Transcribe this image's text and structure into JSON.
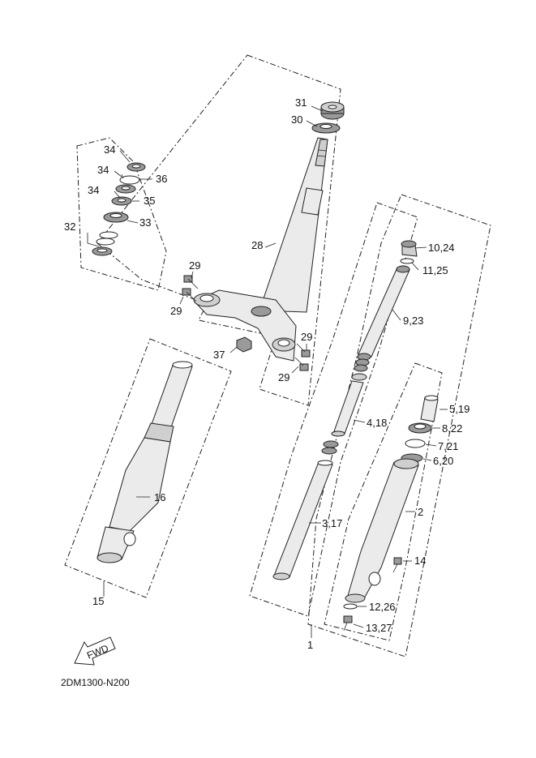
{
  "callouts": {
    "c31": "31",
    "c30": "30",
    "c28": "28",
    "c34a": "34",
    "c34b": "34",
    "c36": "36",
    "c34c": "34",
    "c35": "35",
    "c33": "33",
    "c32": "32",
    "c29a": "29",
    "c29b": "29",
    "c29c": "29",
    "c29d": "29",
    "c37": "37",
    "c16": "16",
    "c15": "15",
    "c10_24": "10,24",
    "c11_25": "11,25",
    "c9_23": "9,23",
    "c4_18": "4,18",
    "c3_17": "3,17",
    "c5_19": "5,19",
    "c8_22": "8,22",
    "c7_21": "7,21",
    "c6_20": "6,20",
    "c2": "2",
    "c14": "14",
    "c12_26": "12,26",
    "c13_27": "13,27",
    "c1": "1"
  },
  "fwd_label": "FWD",
  "diagram_code": "2DM1300-N200"
}
